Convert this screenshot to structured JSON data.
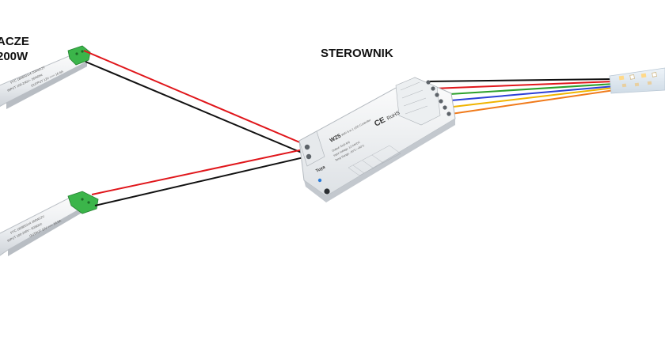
{
  "labels": {
    "psu_line1": "ACZE",
    "psu_line2": "200W",
    "controller": "STEROWNIK"
  },
  "controller_face": {
    "model": "WZ5",
    "ce": "CE",
    "rohs": "RoHS",
    "brand": "Tuya"
  },
  "colors": {
    "wire_red": "#e0161b",
    "wire_black": "#111111",
    "wire_green": "#2ca02c",
    "wire_blue": "#2b3fd6",
    "wire_yellow": "#f0b400",
    "wire_orange": "#f07a1a",
    "terminal_green": "#3bb54a",
    "device_body": "#f2f3f4",
    "led_strip": "#dfe9f2"
  },
  "icons": [
    "power-supply-1",
    "power-supply-2",
    "led-controller",
    "led-strip"
  ]
}
